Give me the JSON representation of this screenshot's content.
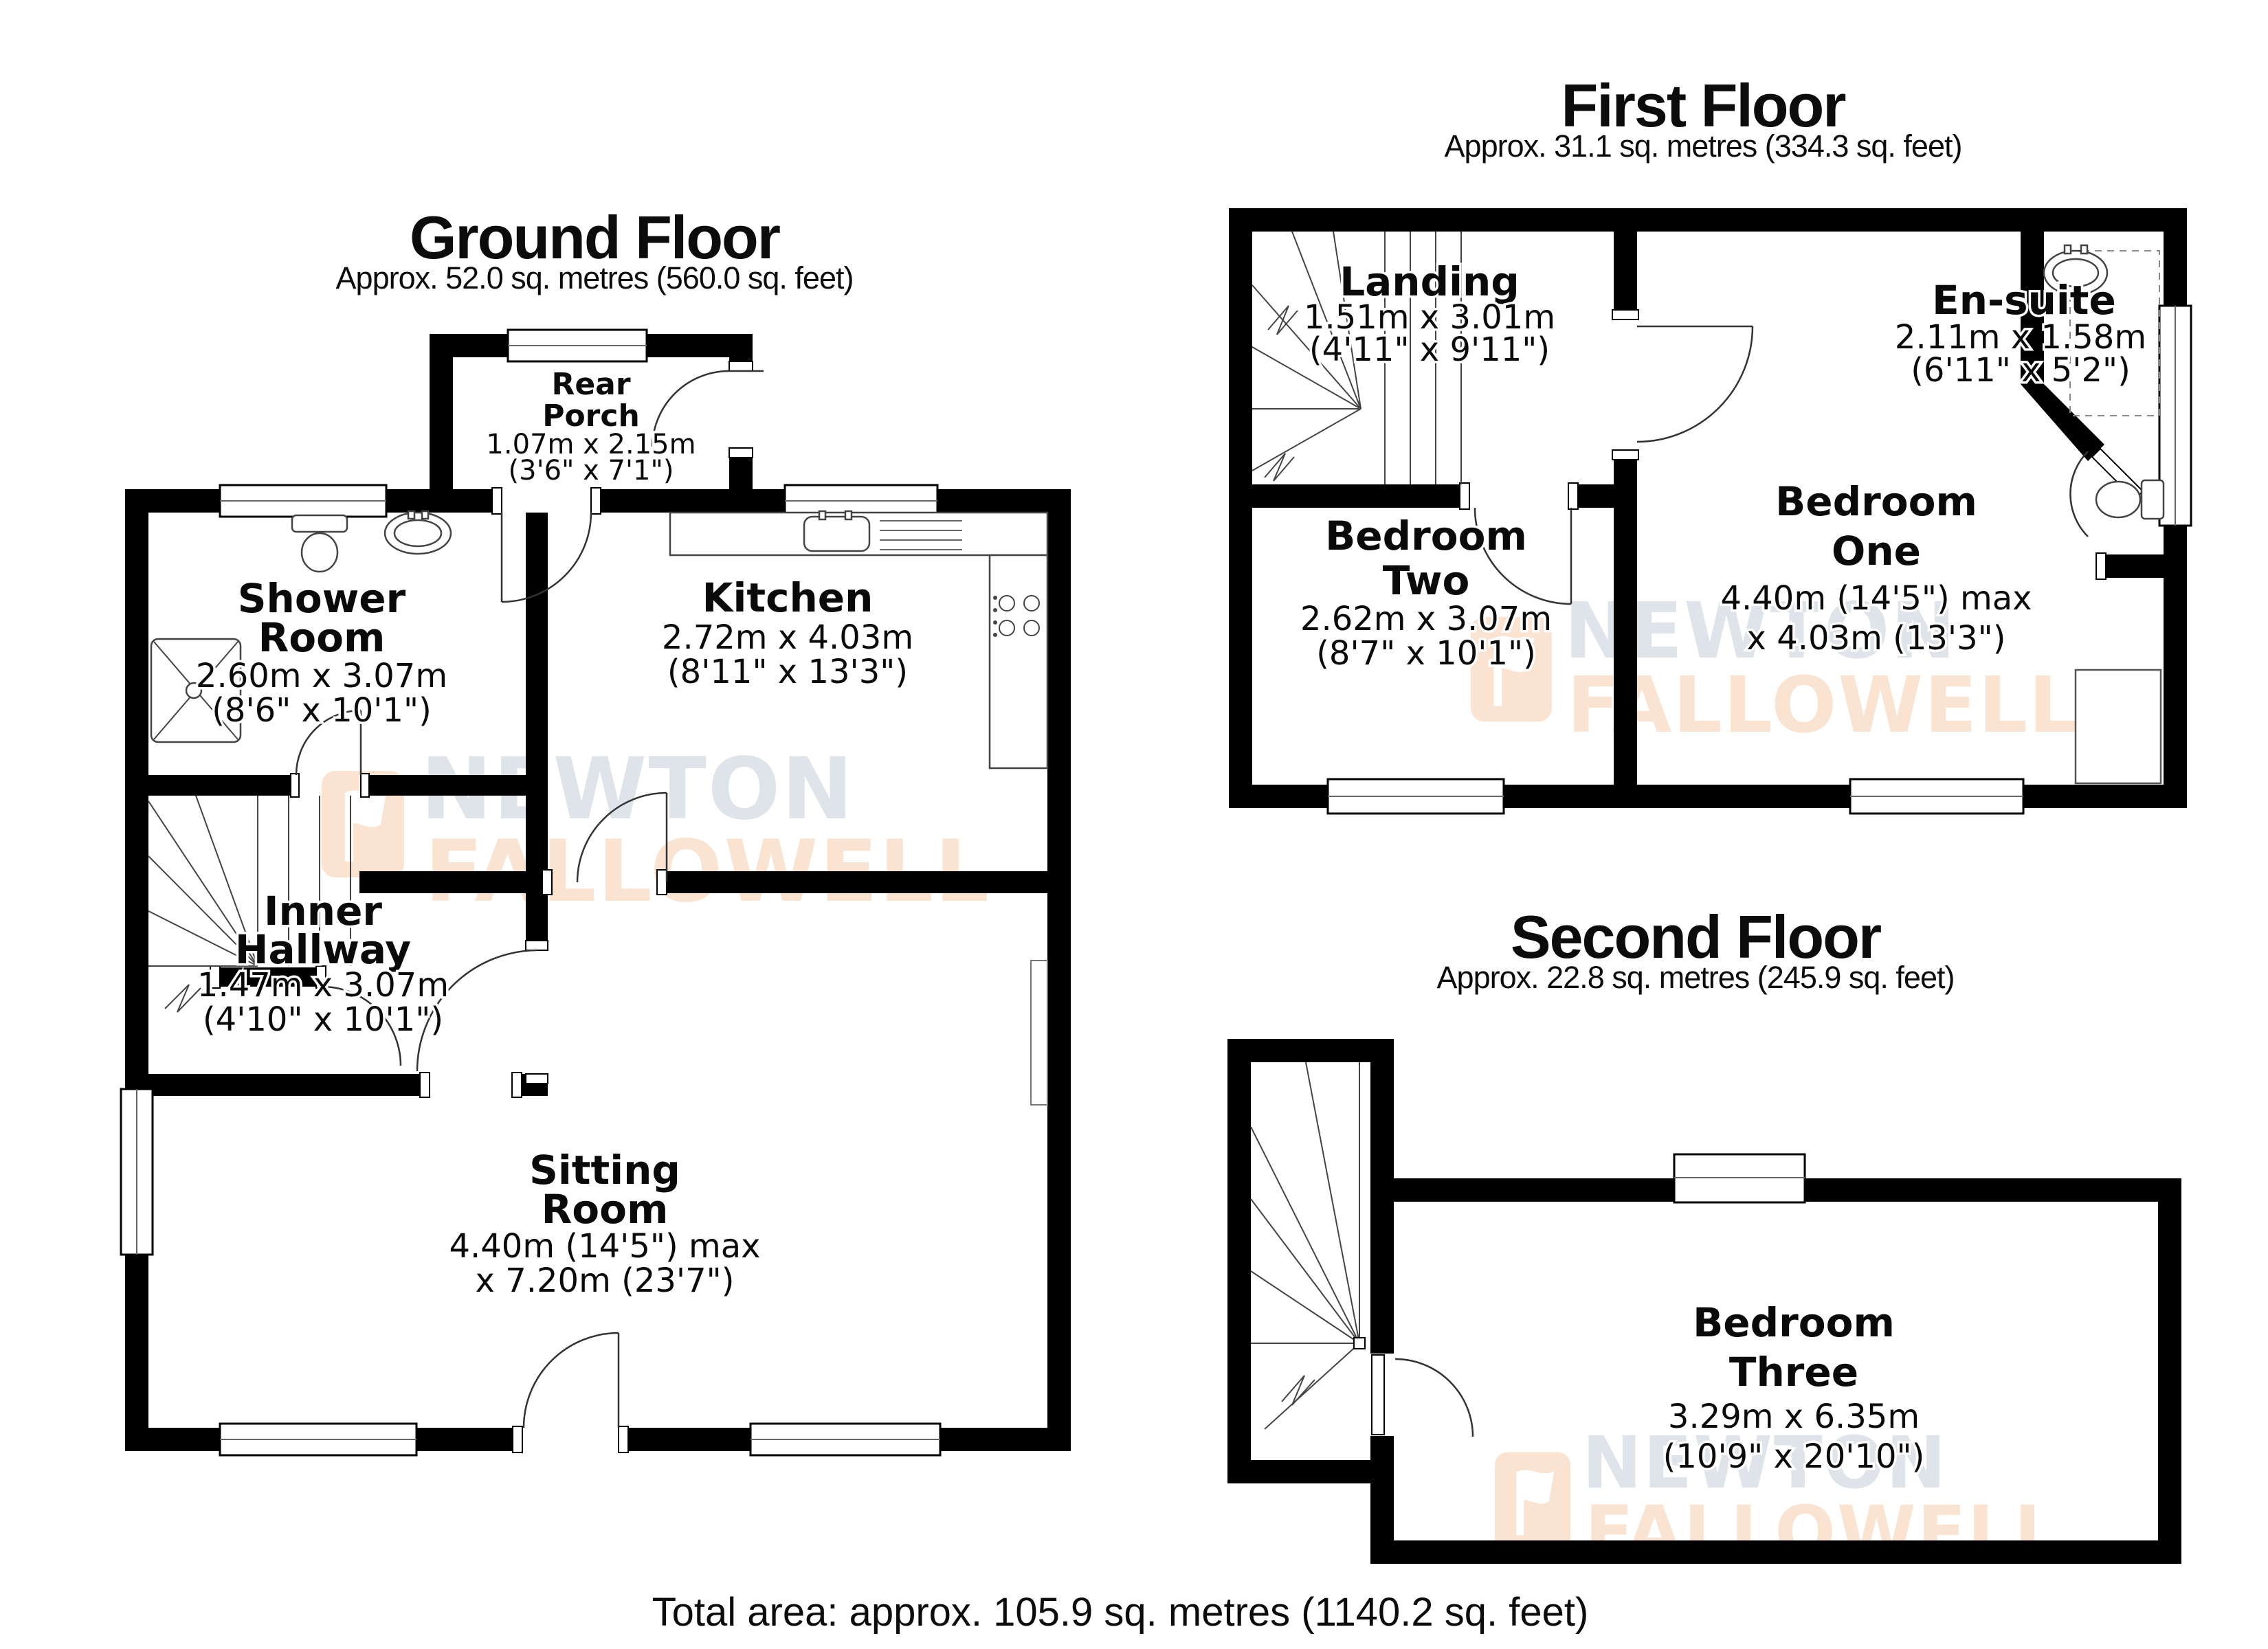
{
  "watermark": {
    "word1": "NEWTON",
    "word2": "FALLOWELL",
    "color1": "#dfe3ea",
    "color2": "#fbe3d1"
  },
  "total_area_label": "Total area: approx. 105.9 sq. metres (1140.2 sq. feet)",
  "floors": {
    "ground": {
      "title": "Ground Floor",
      "subtitle": "Approx. 52.0 sq. metres (560.0 sq. feet)",
      "rooms": {
        "rear_porch": {
          "n1": "Rear",
          "n2": "Porch",
          "d1": "1.07m x 2.15m",
          "d2": "(3'6\" x 7'1\")"
        },
        "shower_room": {
          "n1": "Shower",
          "n2": "Room",
          "d1": "2.60m x 3.07m",
          "d2": "(8'6\" x 10'1\")"
        },
        "kitchen": {
          "n1": "Kitchen",
          "d1": "2.72m x 4.03m",
          "d2": "(8'11\" x 13'3\")"
        },
        "inner_hallway": {
          "n1": "Inner",
          "n2": "Hallway",
          "d1": "1.47m x 3.07m",
          "d2": "(4'10\" x 10'1\")"
        },
        "sitting_room": {
          "n1": "Sitting",
          "n2": "Room",
          "d1": "4.40m (14'5\") max",
          "d2": "x 7.20m (23'7\")"
        }
      }
    },
    "first": {
      "title": "First Floor",
      "subtitle": "Approx. 31.1 sq. metres (334.3 sq. feet)",
      "rooms": {
        "landing": {
          "n1": "Landing",
          "d1": "1.51m x 3.01m",
          "d2": "(4'11\" x 9'11\")"
        },
        "bedroom_two": {
          "n1": "Bedroom",
          "n2": "Two",
          "d1": "2.62m x 3.07m",
          "d2": "(8'7\" x 10'1\")"
        },
        "bedroom_one": {
          "n1": "Bedroom",
          "n2": "One",
          "d1": "4.40m (14'5\") max",
          "d2": "x 4.03m (13'3\")"
        },
        "en_suite": {
          "n1": "En-suite",
          "d1": "2.11m x 1.58m",
          "d2": "(6'11\" x 5'2\")"
        }
      }
    },
    "second": {
      "title": "Second Floor",
      "subtitle": "Approx. 22.8 sq. metres (245.9 sq. feet)",
      "rooms": {
        "bedroom_three": {
          "n1": "Bedroom",
          "n2": "Three",
          "d1": "3.29m x 6.35m",
          "d2": "(10'9\" x 20'10\")"
        }
      }
    }
  }
}
